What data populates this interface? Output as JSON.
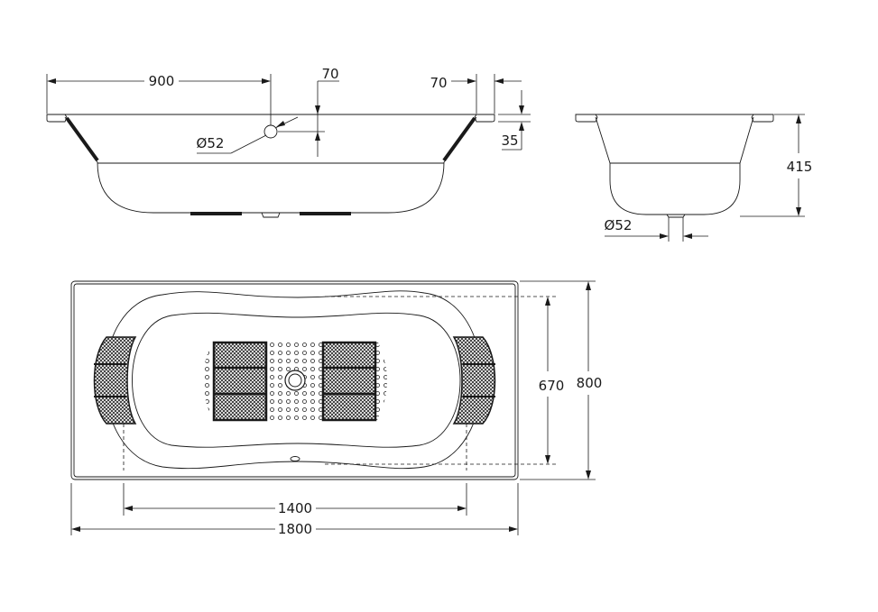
{
  "side_view": {
    "dim_length_half": "900",
    "dim_overflow_offset": "70",
    "dim_rim_width": "70",
    "dim_rim_height": "35",
    "dim_overflow_diameter": "Ø52"
  },
  "end_view": {
    "dim_depth": "415",
    "dim_drain_diameter": "Ø52"
  },
  "plan_view": {
    "dim_inner_length": "1400",
    "dim_outer_length": "1800",
    "dim_inner_width": "670",
    "dim_outer_width": "800"
  }
}
